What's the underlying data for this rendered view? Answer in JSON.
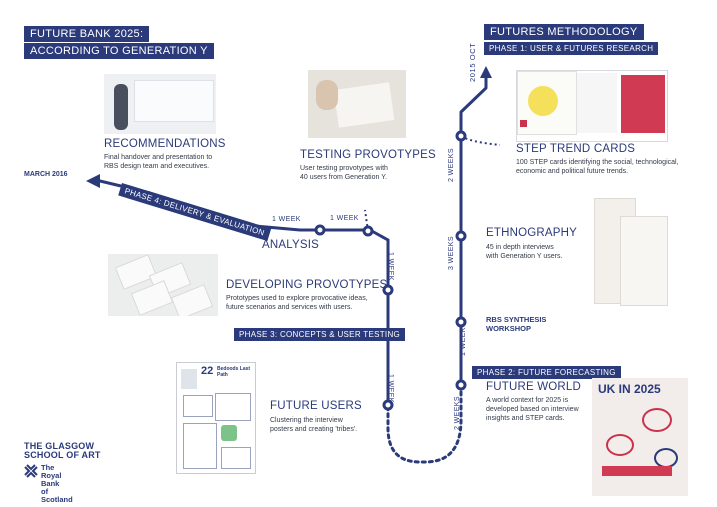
{
  "title": {
    "line1": "FUTURE BANK 2025:",
    "line2": "ACCORDING TO GENERATION Y"
  },
  "methodology": {
    "title": "FUTURES METHODOLOGY",
    "phase1": "PHASE 1: USER & FUTURES RESEARCH",
    "phase2": "PHASE 2: FUTURE FORECASTING",
    "phase3": "PHASE 3: CONCEPTS & USER TESTING",
    "phase4": "PHASE 4: DELIVERY & EVALUATION"
  },
  "dates": {
    "start": "2015 OCT",
    "end": "MARCH 2016"
  },
  "durations": {
    "step_trend": "2 WEEKS",
    "ethnography": "3 WEEKS",
    "rbs_workshop": "1 WEEK",
    "future_world": "2 WEEKS",
    "future_users": "1 WEEK",
    "developing": "1 WEEK",
    "analysis_right": "1 WEEK",
    "analysis_left": "1 WEEK"
  },
  "stages": {
    "step_trend_cards": {
      "title": "STEP TREND CARDS",
      "line1": "100 STEP cards identifying the social, technological,",
      "line2": "economic and political future trends."
    },
    "ethnography": {
      "title": "ETHNOGRAPHY",
      "line1": "45 in depth interviews",
      "line2": "with Generation Y users."
    },
    "rbs_workshop": {
      "line1": "RBS SYNTHESIS",
      "line2": "WORKSHOP"
    },
    "future_world": {
      "title": "FUTURE WORLD",
      "line1": "A world context for 2025 is",
      "line2": "developed based on interview",
      "line3": "insights and STEP cards."
    },
    "future_users": {
      "title": "FUTURE USERS",
      "line1": "Clustering the interview",
      "line2": "posters and creating 'tribes'."
    },
    "developing_provotypes": {
      "title": "DEVELOPING PROVOTYPES",
      "line1": "Prototypes used to explore provocative ideas,",
      "line2": "future scenarios and services with users."
    },
    "analysis": {
      "title": "ANALYSIS"
    },
    "testing_provotypes": {
      "title": "TESTING PROVOTYPES",
      "line1": "User testing provotypes with",
      "line2": "40 users from Generation Y."
    },
    "recommendations": {
      "title": "RECOMMENDATIONS",
      "line1": "Final handover and presentation to",
      "line2": "RBS design team and executives."
    }
  },
  "logos": {
    "gsa_line1": "THE GLASGOW",
    "gsa_line2": "SCHOOL OF ART",
    "rbs_line1": "The Royal Bank",
    "rbs_line2": "of Scotland"
  },
  "images": {
    "future_user_poster_number": "22",
    "future_user_poster_heading": "Bedoods Last Path",
    "future_world_label": "UK IN 2025"
  },
  "colors": {
    "navy": "#2b3a7a",
    "text": "#333a4a"
  }
}
